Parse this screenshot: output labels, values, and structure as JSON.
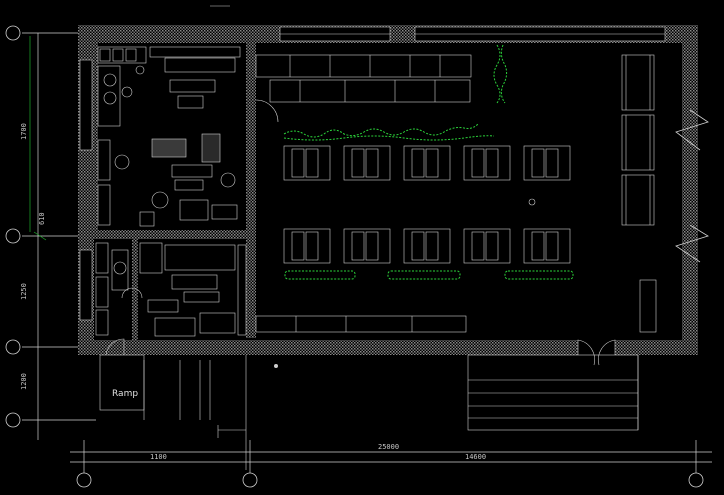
{
  "drawing": {
    "colors": {
      "background": "#000000",
      "wall_hatch": "#8a8a8a",
      "line": "#d0d0d0",
      "furniture": "#cfcfcf",
      "plants": "#2bd23a",
      "dim_green": "#1fae2b"
    },
    "axis_labels_left": [
      "",
      "",
      "",
      ""
    ],
    "axis_labels_bottom": [
      "",
      "",
      ""
    ],
    "dimensions": {
      "left_top": "1700",
      "left_mid": "610",
      "left_low": "1250",
      "left_bottom": "1200",
      "bottom_left": "1100",
      "bottom_total": "25000",
      "bottom_right": "14600"
    },
    "labels": {
      "ramp": "Ramp"
    }
  }
}
